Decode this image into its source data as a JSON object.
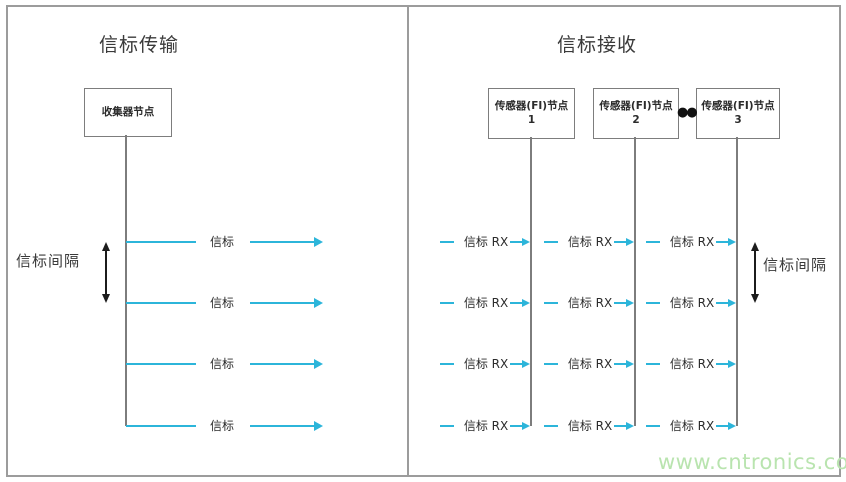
{
  "left_panel": {
    "title": "信标传输",
    "collector_label": "收集器节点",
    "interval_label": "信标间隔",
    "beacon_labels": [
      "信标",
      "信标",
      "信标",
      "信标"
    ]
  },
  "right_panel": {
    "title": "信标接收",
    "interval_label": "信标间隔",
    "rx_label": "信标 RX",
    "rows_per_node": 4,
    "ellipsis": "●●",
    "nodes": [
      {
        "label": "传感器(FI)节点",
        "number": "1"
      },
      {
        "label": "传感器(FI)节点",
        "number": "2"
      },
      {
        "label": "传感器(FI)节点",
        "number": "3"
      }
    ]
  },
  "watermark": "www.cntronics.com",
  "colors": {
    "beacon_cyan": "#2cb5da",
    "line_gray": "#7d7d7d",
    "border_gray": "#9c9c9c",
    "text_dark": "#3a3a3a",
    "arrow_black": "#1c1c1c",
    "watermark_green": "#b9e4af"
  }
}
